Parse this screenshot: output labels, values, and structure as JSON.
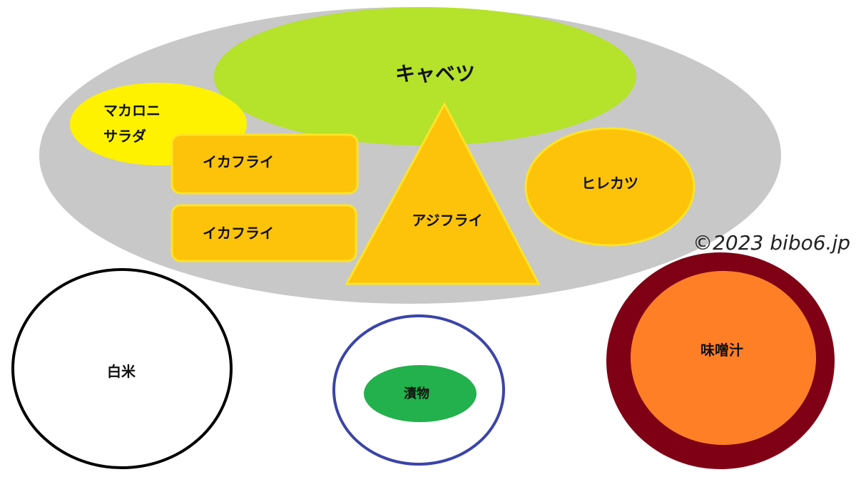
{
  "colors": {
    "plate": "#c8c8c8",
    "cabbage": "#b5e22a",
    "macaroni": "#fff200",
    "fry": "#fcc30a",
    "fry_outline": "#ffe326",
    "rice_outline": "#000000",
    "pickle_bowl_outline": "#3a44a8",
    "pickles": "#22b14c",
    "miso_bowl": "#7f0015",
    "miso_soup": "#ff7f27"
  },
  "labels": {
    "cabbage": "キャベツ",
    "macaroni_line1": "マカロニ",
    "macaroni_line2": "サラダ",
    "squid_fry_1": "イカフライ",
    "squid_fry_2": "イカフライ",
    "horse_mackerel_fry": "アジフライ",
    "hire_katsu": "ヒレカツ",
    "rice": "白米",
    "pickles": "漬物",
    "miso_soup": "味噌汁"
  },
  "watermark": "©2023 bibo6.jp"
}
